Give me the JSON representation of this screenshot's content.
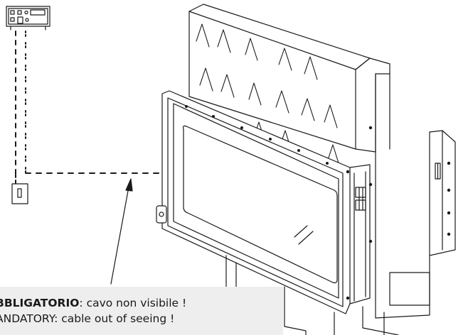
{
  "caption": {
    "line1_bold": "BBLIGATORIO",
    "line1_rest": ": cavo non visibile !",
    "line2": "ANDATORY: cable out of seeing !"
  },
  "colors": {
    "stroke": "#1a1a1a",
    "caption_background": "#eeeeee"
  }
}
